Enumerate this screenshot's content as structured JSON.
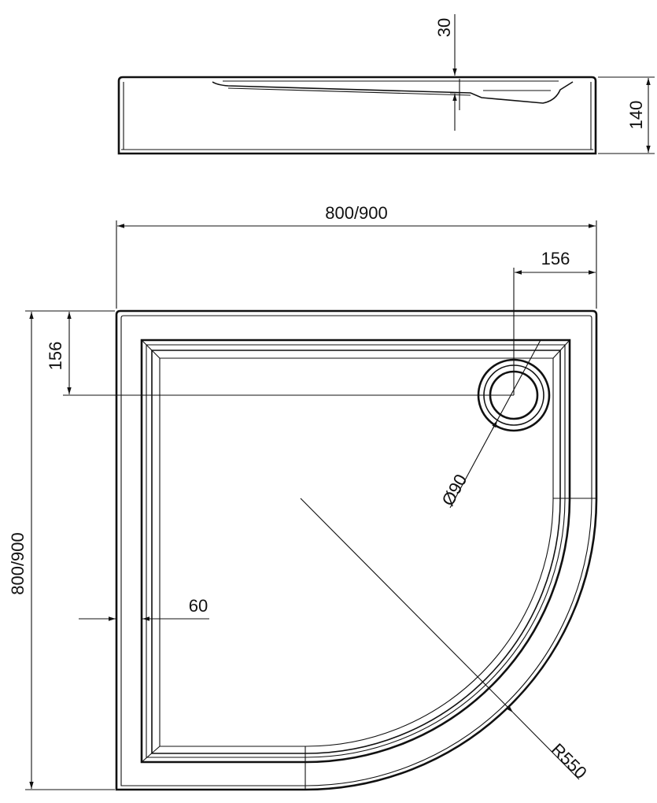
{
  "dimensions": {
    "lip_height": "30",
    "tray_height": "140",
    "width": "800/900",
    "drain_offset_x": "156",
    "drain_offset_y": "156",
    "drain_diameter": "Ø90",
    "rim_width": "60",
    "radius": "R550",
    "depth": "800/900"
  }
}
